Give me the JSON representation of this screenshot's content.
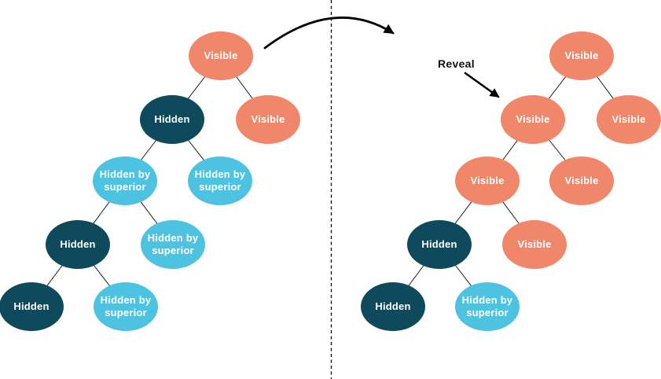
{
  "colors": {
    "visible": "#F0876A",
    "hidden": "#0E4A5C",
    "hidden_by_superior": "#4EC3E1",
    "node_text": "#FFFFFF",
    "edge": "#1A1A1A",
    "arrow": "#000000",
    "annotation_text": "#111111",
    "background": "#FFFFFF"
  },
  "annotations": {
    "reveal_label": "Reveal"
  },
  "left_tree": {
    "name": "before-reveal-tree",
    "nodes": [
      {
        "label": "Visible",
        "type": "visible"
      },
      {
        "label": "Hidden",
        "type": "hidden"
      },
      {
        "label": "Visible",
        "type": "visible"
      },
      {
        "label": "Hidden by superior",
        "type": "hidden_by_superior"
      },
      {
        "label": "Hidden by superior",
        "type": "hidden_by_superior"
      },
      {
        "label": "Hidden",
        "type": "hidden"
      },
      {
        "label": "Hidden by superior",
        "type": "hidden_by_superior"
      },
      {
        "label": "Hidden",
        "type": "hidden"
      },
      {
        "label": "Hidden by superior",
        "type": "hidden_by_superior"
      }
    ]
  },
  "right_tree": {
    "name": "after-reveal-tree",
    "nodes": [
      {
        "label": "Visible",
        "type": "visible"
      },
      {
        "label": "Visible",
        "type": "visible"
      },
      {
        "label": "Visible",
        "type": "visible"
      },
      {
        "label": "Visible",
        "type": "visible"
      },
      {
        "label": "Visible",
        "type": "visible"
      },
      {
        "label": "Hidden",
        "type": "hidden"
      },
      {
        "label": "Visible",
        "type": "visible"
      },
      {
        "label": "Hidden",
        "type": "hidden"
      },
      {
        "label": "Hidden by superior",
        "type": "hidden_by_superior"
      }
    ]
  }
}
